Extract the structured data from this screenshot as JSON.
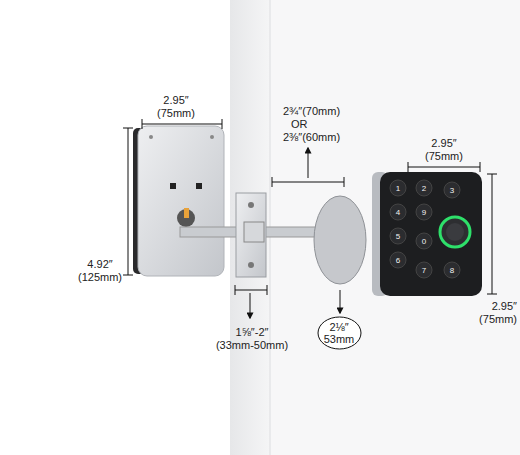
{
  "diagram": {
    "nodes": [
      {
        "text": [
          "2⅛″",
          "53mm"
        ]
      }
    ],
    "labels": [
      "2.95″",
      "(75mm)",
      "4.92″",
      "(125mm)",
      "2¾″(70mm)",
      "OR",
      "2⅜″(60mm)",
      "2.95″",
      "(75mm)",
      "2.95″",
      "(75mm)",
      "1⅝″-2″",
      "(33mm-50mm)",
      "1",
      "2",
      "3",
      "4",
      "5",
      "6",
      "7",
      "8",
      "9",
      "0"
    ]
  }
}
